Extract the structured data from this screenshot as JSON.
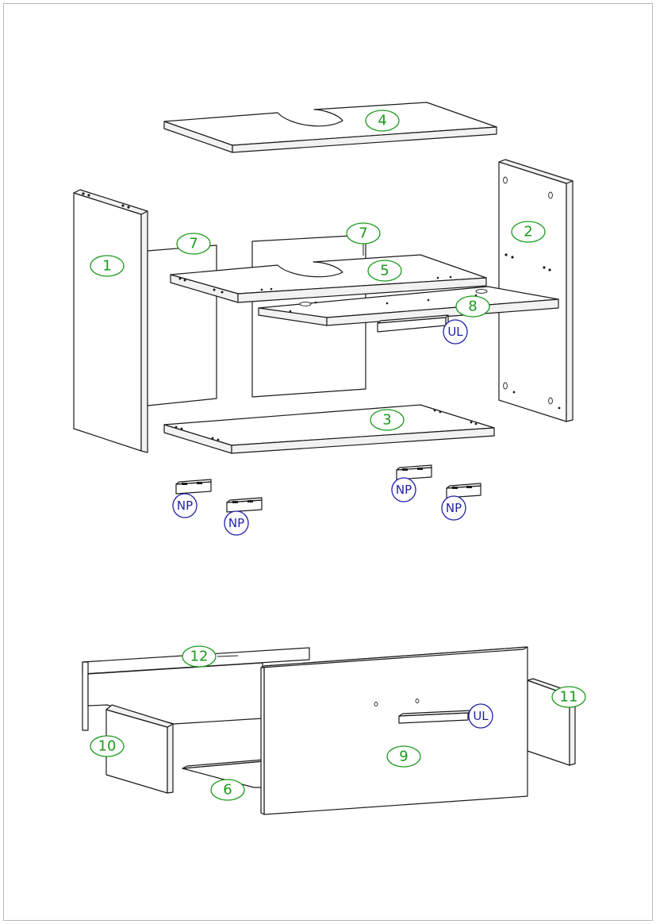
{
  "labels": {
    "p1": "1",
    "p2": "2",
    "p3": "3",
    "p4": "4",
    "p5": "5",
    "p6": "6",
    "p7a": "7",
    "p7b": "7",
    "p8": "8",
    "p9": "9",
    "p10": "10",
    "p11": "11",
    "p12": "12"
  },
  "hardware": {
    "ul_top": "UL",
    "ul_bottom": "UL",
    "np1": "NP",
    "np2": "NP",
    "np3": "NP",
    "np4": "NP"
  },
  "colors": {
    "part_label": "#1a9a1a",
    "hardware_label": "#2020a8"
  }
}
